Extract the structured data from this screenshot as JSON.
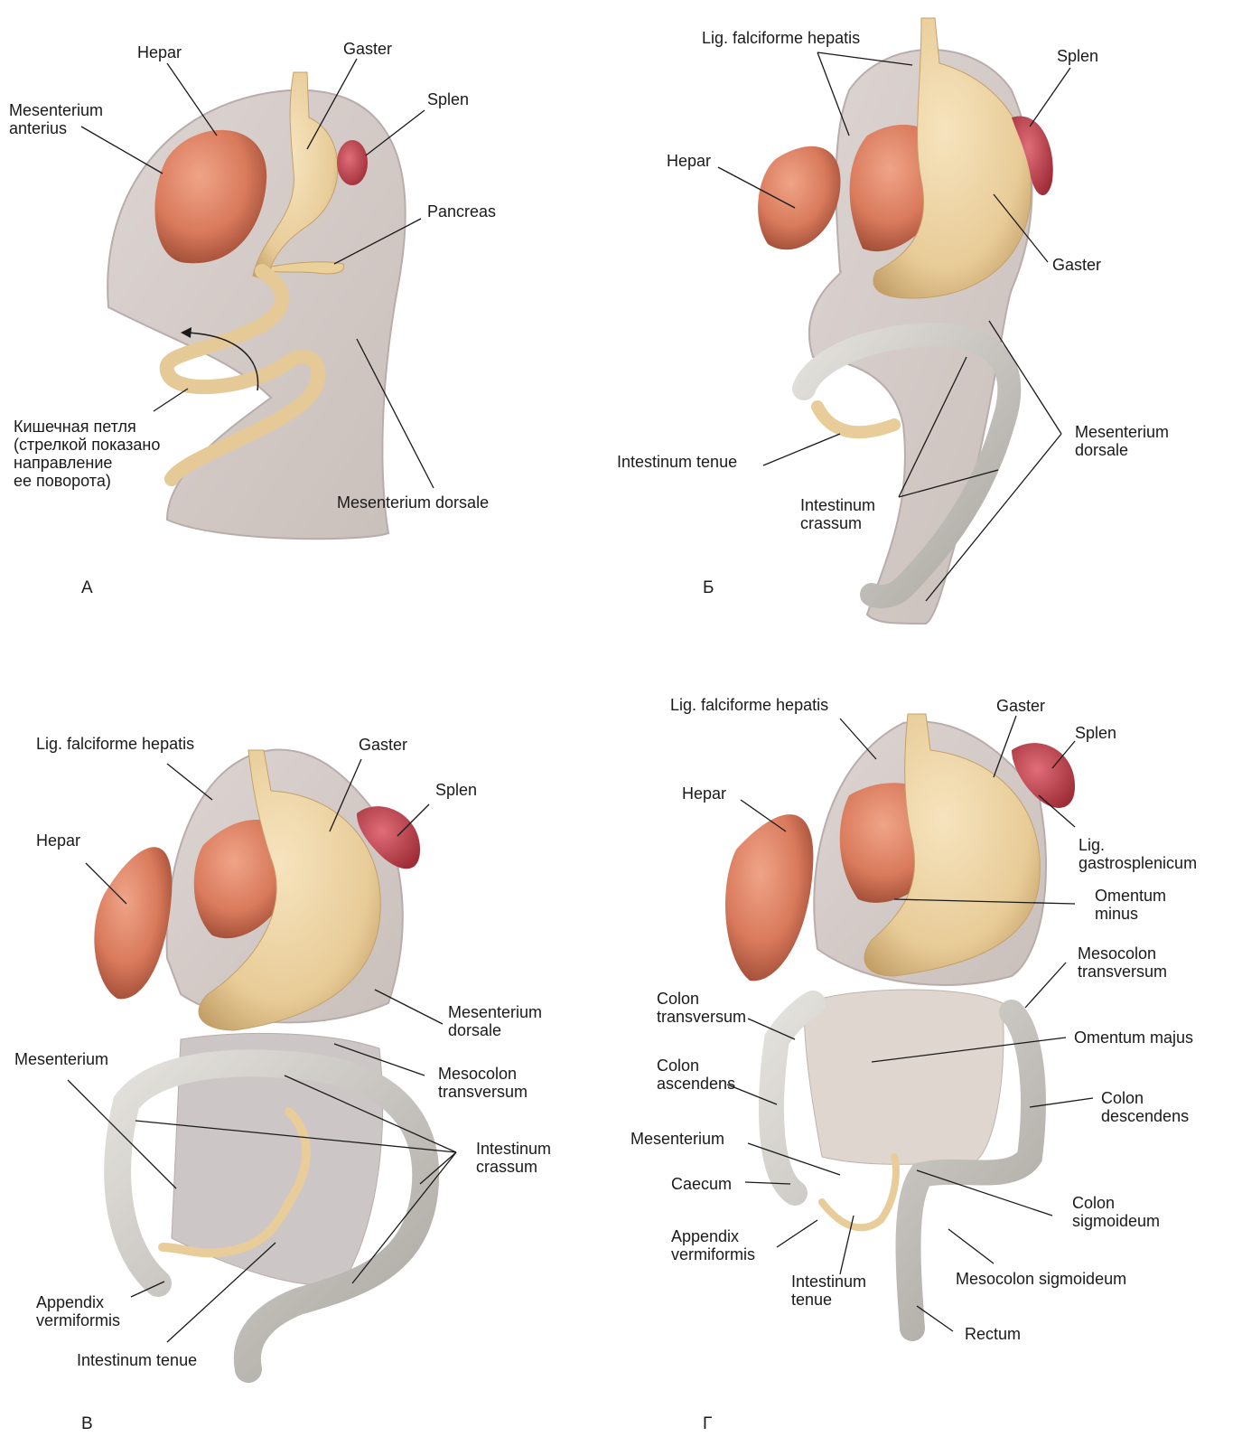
{
  "panels": {
    "A": {
      "letter": "A",
      "labels": {
        "hepar": "Hepar",
        "gaster": "Gaster",
        "mesenterium_anterius": "Mesenterium\nanterius",
        "splen": "Splen",
        "pancreas": "Pancreas",
        "loop": "Кишечная петля\n(стрелкой показано\nнаправление\nее поворота)",
        "mesenterium_dorsale": "Mesenterium dorsale"
      }
    },
    "B": {
      "letter": "Б",
      "labels": {
        "lig_falciforme": "Lig. falciforme hepatis",
        "splen": "Splen",
        "hepar": "Hepar",
        "gaster": "Gaster",
        "mesenterium_dorsale": "Mesenterium\ndorsale",
        "intestinum_tenue": "Intestinum tenue",
        "intestinum_crassum": "Intestinum\ncrassum"
      }
    },
    "C": {
      "letter": "В",
      "labels": {
        "lig_falciforme": "Lig. falciforme hepatis",
        "gaster": "Gaster",
        "splen": "Splen",
        "hepar": "Hepar",
        "mesenterium_dorsale": "Mesenterium\ndorsale",
        "mesenterium": "Mesenterium",
        "mesocolon_transversum": "Mesocolon\ntransversum",
        "intestinum_crassum": "Intestinum\ncrassum",
        "appendix": "Appendix\nvermiformis",
        "intestinum_tenue": "Intestinum tenue"
      }
    },
    "D": {
      "letter": "Г",
      "labels": {
        "lig_falciforme": "Lig. falciforme hepatis",
        "gaster": "Gaster",
        "splen": "Splen",
        "hepar": "Hepar",
        "lig_gastrosplenicum": "Lig.\ngastrosplenicum",
        "omentum_minus": "Omentum\nminus",
        "mesocolon_transversum": "Mesocolon\ntransversum",
        "colon_transversum": "Colon\ntransversum",
        "omentum_majus": "Omentum majus",
        "colon_ascendens": "Colon\nascendens",
        "colon_descendens": "Colon\ndescendens",
        "mesenterium": "Mesenterium",
        "caecum": "Caecum",
        "colon_sigmoideum": "Colon\nsigmoideum",
        "appendix": "Appendix\nvermiformis",
        "intestinum_tenue": "Intestinum\ntenue",
        "mesocolon_sigmoideum": "Mesocolon sigmoideum",
        "rectum": "Rectum"
      }
    }
  },
  "colors": {
    "mesentery": "#d6cdca",
    "mesentery_edge": "#b8adaa",
    "liver": "#d97a5c",
    "liver_dark": "#9c4a35",
    "stomach": "#ecd3a3",
    "stomach_dark": "#c9a66e",
    "spleen": "#c0404b",
    "intestine": "#c9c7c1",
    "intestine_dark": "#8f8c86",
    "small_intestine": "#e8cc9a"
  }
}
